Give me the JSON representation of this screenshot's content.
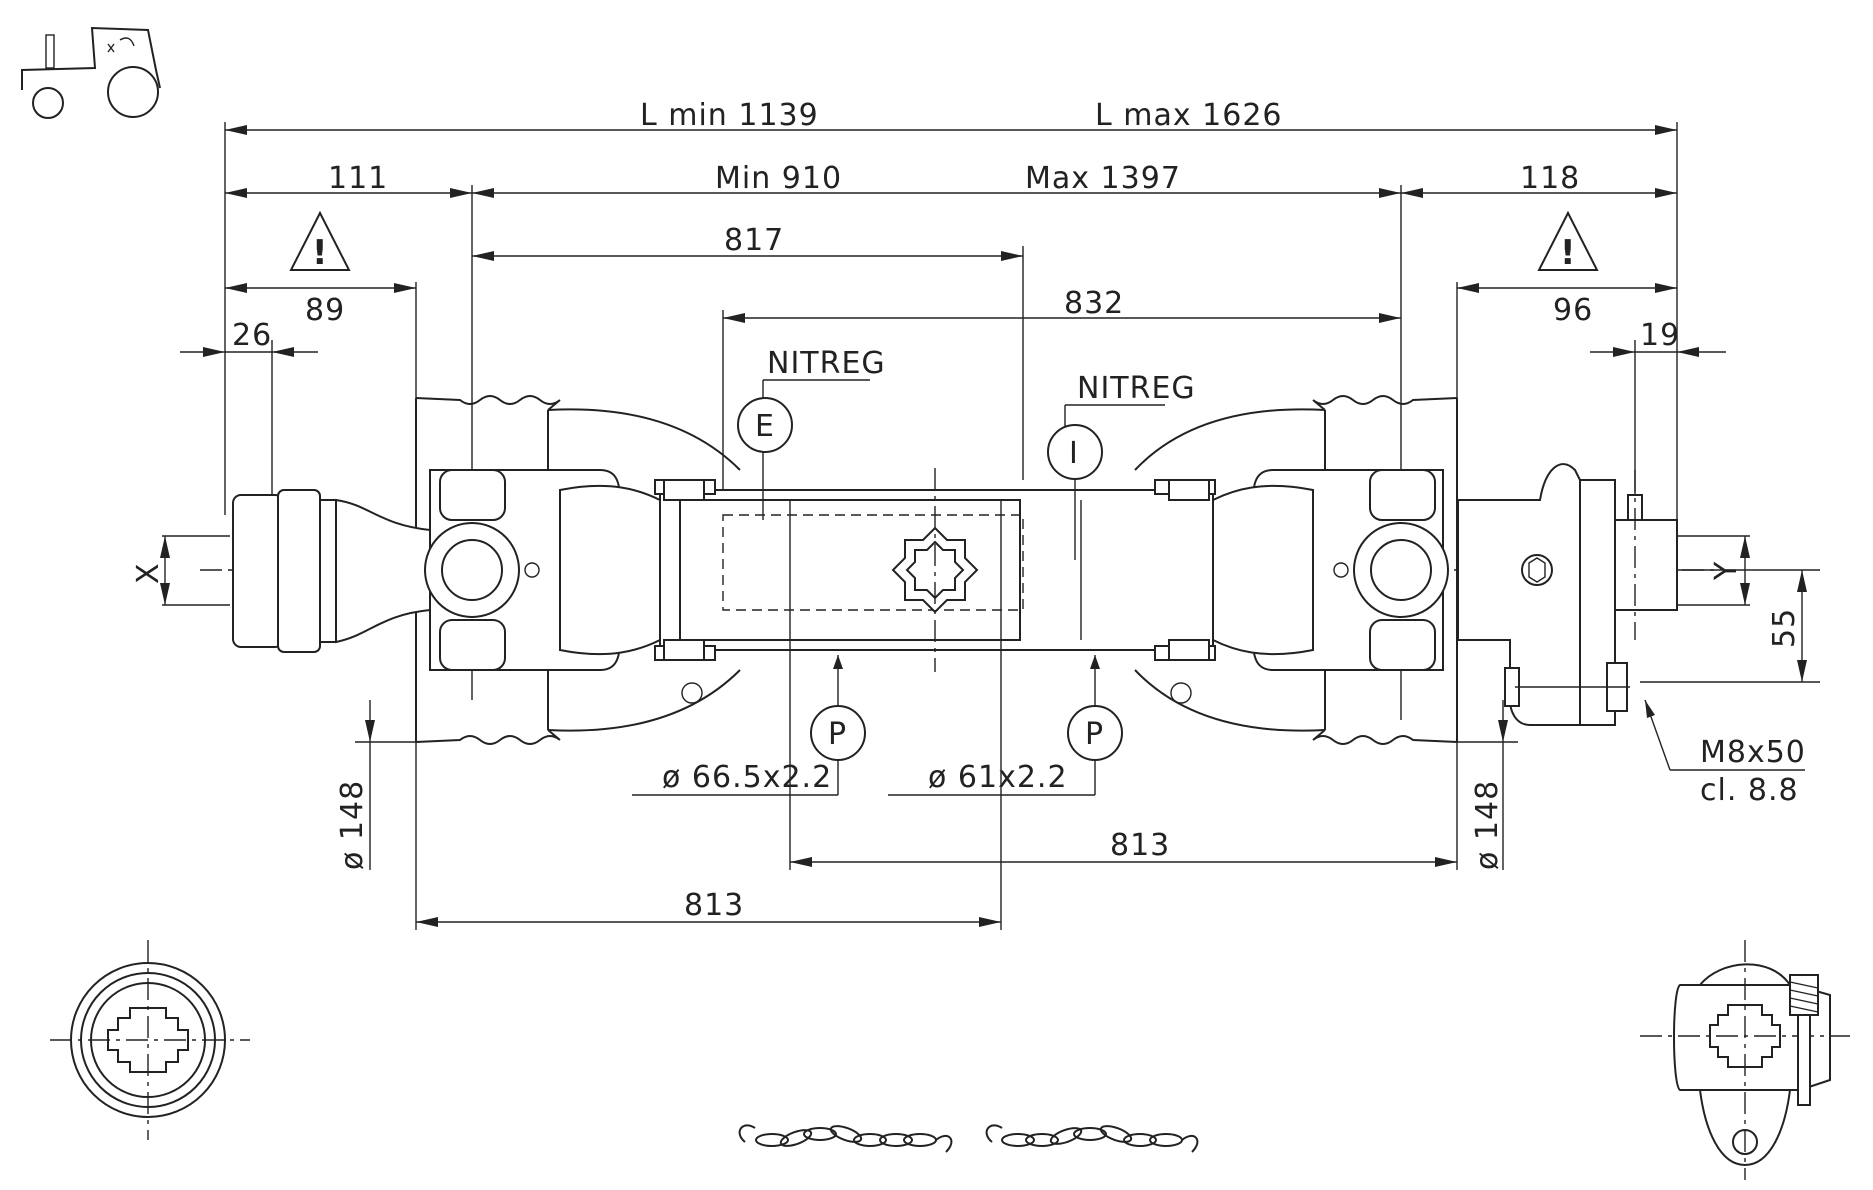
{
  "dimensions": {
    "l_min": "L min 1139",
    "l_max": "L max 1626",
    "left_end": "111",
    "min_len": "Min 910",
    "max_len": "Max 1397",
    "right_end": "118",
    "inner_tube": "817",
    "outer_tube": "832",
    "left_guard": "89",
    "right_guard": "96",
    "left_offset": "26",
    "right_offset": "19",
    "shield_len_bottom_right": "813",
    "shield_len_bottom_left": "813",
    "left_diameter": "ø 148",
    "right_diameter": "ø 148",
    "right_height": "55"
  },
  "labels": {
    "nitreg_left": "NITREG",
    "nitreg_right": "NITREG",
    "bubble_e": "E",
    "bubble_i": "I",
    "bubble_p1": "P",
    "bubble_p2": "P",
    "tube_outer_spec": "ø 66.5x2.2",
    "tube_inner_spec": "ø 61x2.2",
    "bolt_spec": "M8x50",
    "bolt_class": "cl. 8.8",
    "axis_x": "X",
    "axis_y": "Y",
    "warning_mark": "!"
  },
  "icons": [
    "tractor-icon",
    "warning-triangle-icon",
    "safety-chain-icon",
    "splined-yoke-end-view-icon",
    "friction-clutch-end-view-icon"
  ]
}
